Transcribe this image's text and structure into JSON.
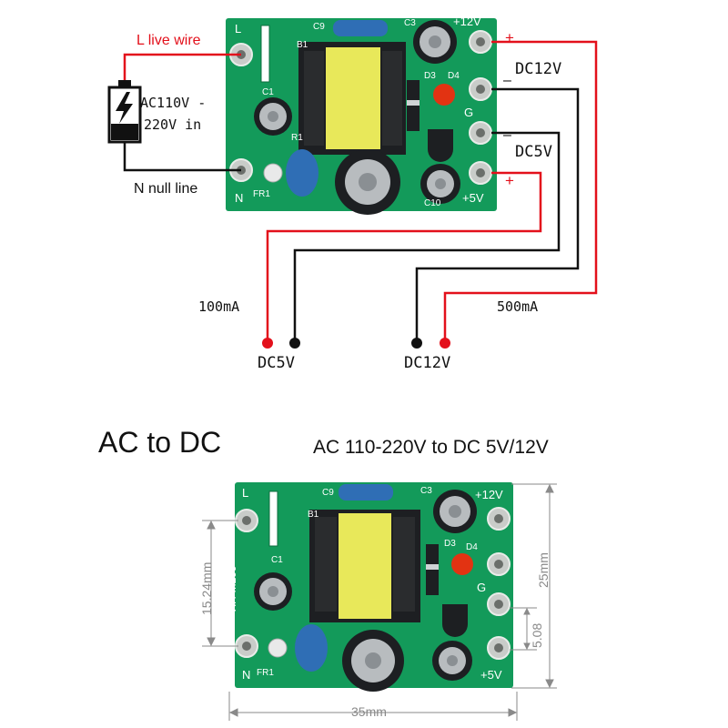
{
  "colors": {
    "pcb_green": "#139a5a",
    "wire_red": "#e3101b",
    "wire_black": "#111111",
    "pad_silver": "#c9ccc9",
    "transformer_yellow": "#e8e85a",
    "capacitor_blue": "#2f6eb5",
    "capacitor_black": "#1d1f22"
  },
  "top_diagram": {
    "l_live_wire": "L live wire",
    "n_null_line": "N null line",
    "ac_input_line1": "AC110V -",
    "ac_input_line2": "220V in",
    "dc12v_label": "DC12V",
    "dc5v_label": "DC5V",
    "plus_top": "+",
    "minus_12v": "–",
    "minus_5v": "–",
    "plus_bottom": "+",
    "current_100ma": "100mA",
    "current_500ma": "500mA",
    "output_dc5v": "DC5V",
    "output_dc12v": "DC12V",
    "battery_icon": "battery-lightning-icon"
  },
  "headline": {
    "left": "AC to DC",
    "right": "AC 110-220V to DC 5V/12V"
  },
  "dimensions": {
    "width": "35mm",
    "height": "25mm",
    "pin_spacing": "15.24mm",
    "pitch": "5.08"
  },
  "board": {
    "model": "XH-M299",
    "pin_l": "L",
    "pin_n": "N",
    "pin_plus12": "+12V",
    "pin_plus5": "+5V",
    "pin_g": "G",
    "c1": "C1",
    "c3": "C3",
    "c9": "C9",
    "c10": "C10",
    "b1": "B1",
    "d3": "D3",
    "d4": "D4",
    "r1": "R1",
    "fr1": "FR1"
  }
}
